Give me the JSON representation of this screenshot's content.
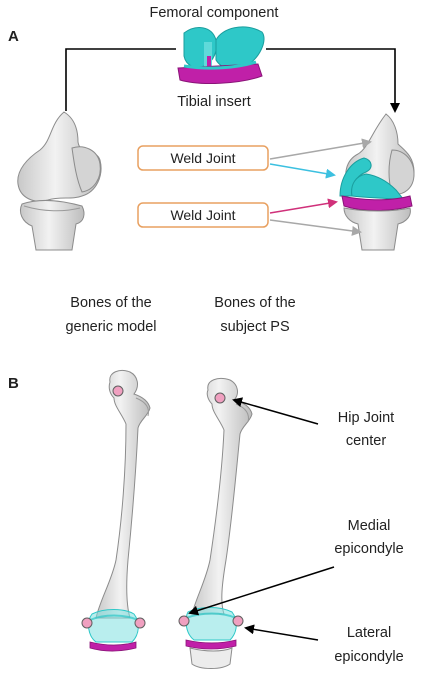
{
  "panel_a": {
    "letter": "A",
    "femoral_component": "Femoral component",
    "tibial_insert": "Tibial insert",
    "weld_joint_top": "Weld Joint",
    "weld_joint_bottom": "Weld Joint",
    "generic_line1": "Bones of the",
    "generic_line2": "generic model",
    "subject_line1": "Bones of the",
    "subject_line2": "subject PS"
  },
  "panel_b": {
    "letter": "B",
    "hip_line1": "Hip Joint",
    "hip_line2": "center",
    "medial_line1": "Medial",
    "medial_line2": "epicondyle",
    "lateral_line1": "Lateral",
    "lateral_line2": "epicondyle"
  },
  "colors": {
    "cyan": "#2ec8c8",
    "magenta": "#c020a8",
    "bone": "#e6e6e6",
    "bone_stroke": "#909090",
    "weld_box_border": "#e8a060",
    "arrow_gray": "#a8a8a8",
    "arrow_cyan": "#3cc0e0",
    "arrow_magenta": "#d0307a",
    "landmark_pink": "#f0a0c0"
  }
}
